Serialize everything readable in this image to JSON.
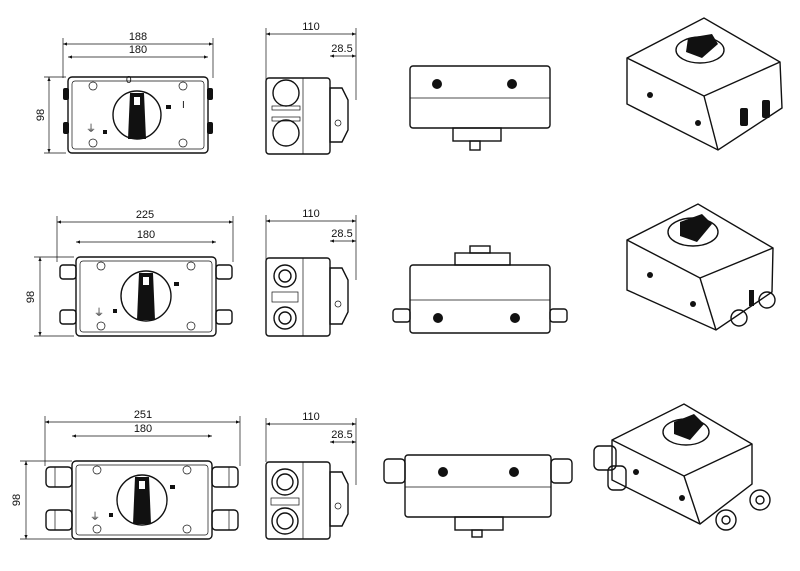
{
  "rows": [
    {
      "front": {
        "overall": "188",
        "inner": "180",
        "height": "98"
      },
      "side": {
        "depth": "110",
        "knob": "28.5"
      }
    },
    {
      "front": {
        "overall": "225",
        "inner": "180",
        "height": "98"
      },
      "side": {
        "depth": "110",
        "knob": "28.5"
      }
    },
    {
      "front": {
        "overall": "251",
        "inner": "180",
        "height": "98"
      },
      "side": {
        "depth": "110",
        "knob": "28.5"
      }
    }
  ],
  "colors": {
    "line": "#111111",
    "background": "#ffffff"
  }
}
